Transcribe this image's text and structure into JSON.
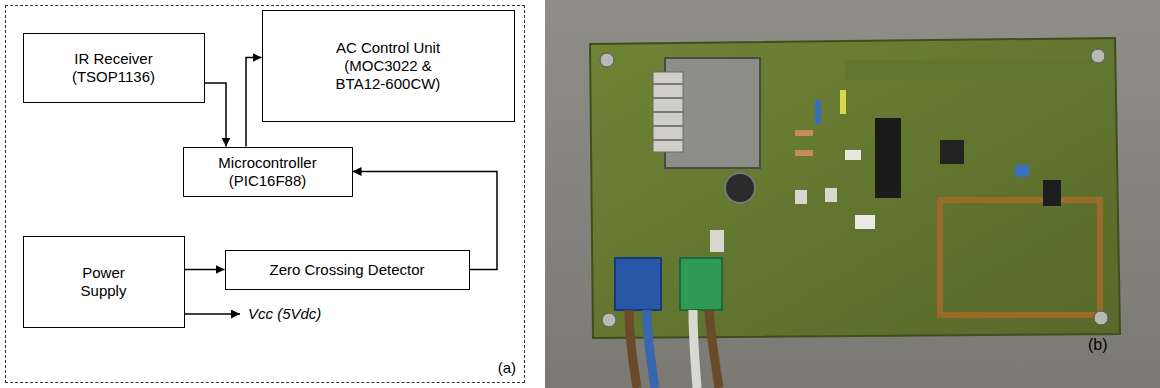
{
  "diagram": {
    "nodes": [
      {
        "text": [
          "(a)"
        ]
      },
      {
        "text": [
          "IR Receiver (TSOP1136)"
        ],
        "in": 0
      },
      {
        "text": [
          "AC Control Unit (MOC3022 & BTA12-600CW)"
        ],
        "in": 0
      },
      {
        "text": [
          "Microcontroller (PIC16F88)"
        ],
        "in": 0
      },
      {
        "text": [
          "Power Supply"
        ],
        "in": 0
      },
      {
        "text": [
          "Zero Crossing Detector"
        ],
        "in": 0
      }
    ],
    "edges": [
      {
        "from": 1,
        "to": 3,
        "arrow": "to"
      },
      {
        "from": 3,
        "to": 2,
        "arrow": "to"
      },
      {
        "from": 5,
        "to": 3,
        "arrow": "to"
      },
      {
        "from": 4,
        "to": 5,
        "arrow": "to"
      }
    ],
    "labels": [
      "Vcc (5Vdc)",
      "(b)"
    ]
  }
}
